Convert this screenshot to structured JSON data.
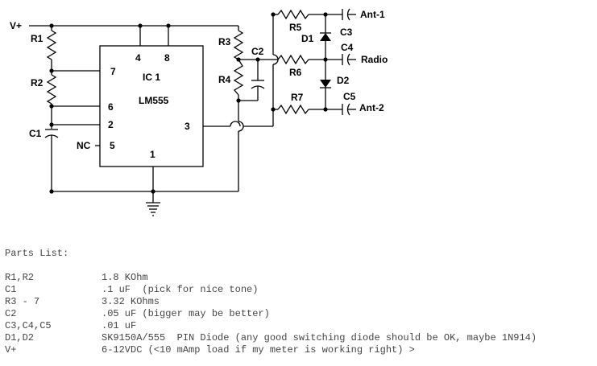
{
  "schematic": {
    "labels": {
      "vplus": "V+",
      "r1": "R1",
      "r2": "R2",
      "c1": "C1",
      "r3": "R3",
      "r4": "R4",
      "c2": "C2",
      "r5": "R5",
      "r6": "R6",
      "r7": "R7",
      "d1": "D1",
      "d2": "D2",
      "c3": "C3",
      "c4": "C4",
      "c5": "C5",
      "ant1": "Ant-1",
      "radio": "Radio",
      "ant2": "Ant-2",
      "ic_name": "IC 1",
      "ic_part": "LM555",
      "pin1": "1",
      "pin2": "2",
      "pin3": "3",
      "pin4": "4",
      "pin5": "5",
      "pin6": "6",
      "pin7": "7",
      "pin8": "8",
      "nc": "NC"
    }
  },
  "parts_list": {
    "title": "Parts List:",
    "items": [
      {
        "ref": "R1,R2",
        "value": "1.8 KOhm"
      },
      {
        "ref": "C1",
        "value": ".1 uF  (pick for nice tone)"
      },
      {
        "ref": "R3 - 7",
        "value": "3.32 KOhms"
      },
      {
        "ref": "C2",
        "value": ".05 uF (bigger may be better)"
      },
      {
        "ref": "C3,C4,C5",
        "value": ".01 uF"
      },
      {
        "ref": "D1,D2",
        "value": "SK9150A/555  PIN Diode (any good switching diode should be OK, maybe 1N914)"
      },
      {
        "ref": "V+",
        "value": "6-12VDC (<10 mAmp load if my meter is working right) >"
      }
    ]
  }
}
